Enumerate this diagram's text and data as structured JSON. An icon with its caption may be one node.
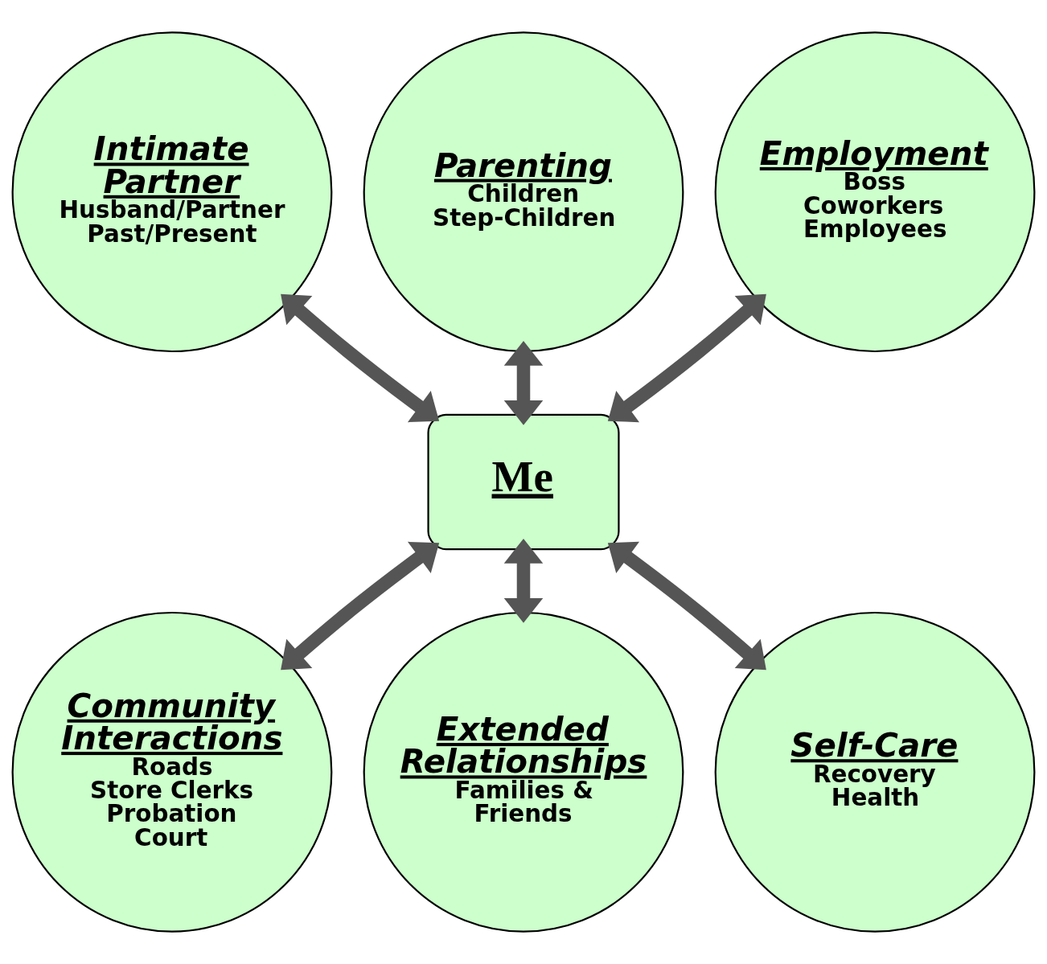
{
  "diagram": {
    "nodes": [
      {
        "text": [
          "Intimate Partner",
          "Husband/Partner",
          "Past/Present"
        ]
      },
      {
        "text": [
          "Parenting",
          "Children",
          "Step-Children"
        ]
      },
      {
        "text": [
          "Employment",
          "Boss",
          "Coworkers",
          "Employees"
        ]
      },
      {
        "text": [
          "Me"
        ]
      },
      {
        "text": [
          "Community Interactions",
          "Roads",
          "Store Clerks",
          "Probation",
          "Court"
        ]
      },
      {
        "text": [
          "Extended Relationships",
          "Families &",
          "Friends"
        ]
      },
      {
        "text": [
          "Self-Care",
          "Recovery",
          "Health"
        ]
      }
    ],
    "edges": [
      {
        "from": 3,
        "to": 0,
        "arrow": "both"
      },
      {
        "from": 3,
        "to": 1,
        "arrow": "both"
      },
      {
        "from": 3,
        "to": 2,
        "arrow": "both"
      },
      {
        "from": 3,
        "to": 4,
        "arrow": "both"
      },
      {
        "from": 3,
        "to": 5,
        "arrow": "both"
      },
      {
        "from": 3,
        "to": 6,
        "arrow": "both"
      }
    ]
  }
}
